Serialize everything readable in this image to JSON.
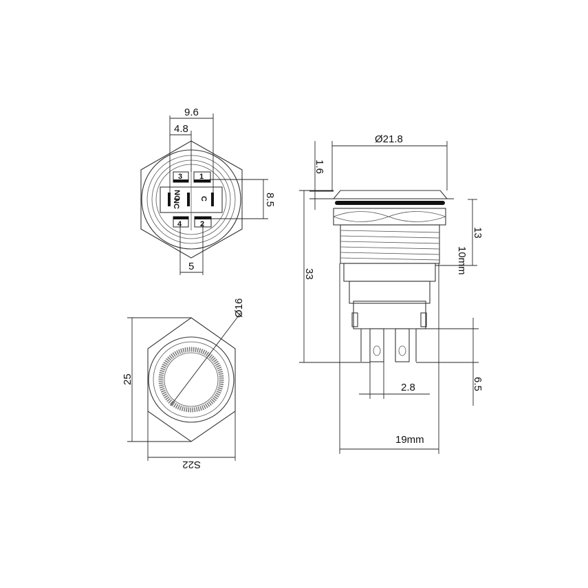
{
  "drawing": {
    "top_view": {
      "pins": [
        "1",
        "2",
        "3",
        "4"
      ],
      "contact_labels": {
        "no": "NO",
        "nc": "NC",
        "c": "C"
      },
      "dimensions": {
        "pin_span": "9.6",
        "half_span": "4.8",
        "height": "8.5",
        "lower_span": "5"
      }
    },
    "front_view": {
      "dimensions": {
        "inner_diameter": "Ø16",
        "height": "25",
        "hex": "S22"
      }
    },
    "side_view": {
      "dimensions": {
        "cap_diameter": "Ø21.8",
        "cap_thickness": "1.6",
        "total_length": "33",
        "thread_length": "13",
        "panel": "10mm",
        "terminal_length": "6.5",
        "terminal_width": "2.8",
        "body_width": "19mm"
      }
    }
  }
}
